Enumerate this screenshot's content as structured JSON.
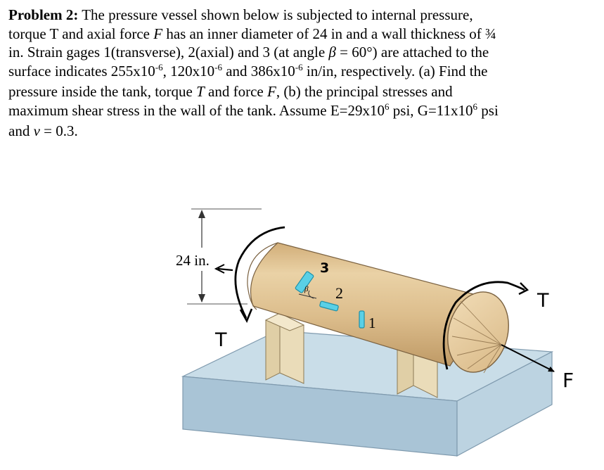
{
  "problem": {
    "label": "Problem 2:",
    "line1_rest": " The pressure vessel shown below is subjected to internal pressure,",
    "line2a": "torque T and axial force ",
    "line2_F": "F",
    "line2b": " has an inner diameter of 24 in and a wall thickness of ¾",
    "line3a": "in. Strain gages 1(transverse), 2(axial) and 3 (at angle ",
    "line3_beta": "β",
    "line3b": " = 60°) are attached to the",
    "line4a": "surface indicates 255x10",
    "line4_exp1": "-6",
    "line4b": ", 120x10",
    "line4_exp2": "-6",
    "line4c": " and 386x10",
    "line4_exp3": "-6",
    "line4d": " in/in, respectively. (a) Find the",
    "line5a": "pressure inside the tank, torque ",
    "line5_T": "T",
    "line5b": " and force ",
    "line5_F": "F",
    "line5c": ", (b) the principal stresses and",
    "line6a": "maximum shear stress in the wall of the tank. Assume E=29x10",
    "line6_exp1": "6",
    "line6b": " psi, G=11x10",
    "line6_exp2": "6",
    "line6c": " psi",
    "line7a": "and ",
    "line7_nu": "ν",
    "line7b": " = 0.3."
  },
  "figure": {
    "dimension_label": "24 in.",
    "gage_1_label": "1",
    "gage_2_label": "2",
    "gage_3_label": "3",
    "angle_label": "β",
    "torque_left_label": "T",
    "torque_right_label": "T",
    "force_label": "F",
    "colors": {
      "tank_body": "#dcbd8c",
      "tank_shadow": "#c9a571",
      "base_top": "#c9dde8",
      "base_front": "#a9c4d6",
      "saddle": "#eadcb9",
      "gage": "#5ad0e6"
    }
  }
}
